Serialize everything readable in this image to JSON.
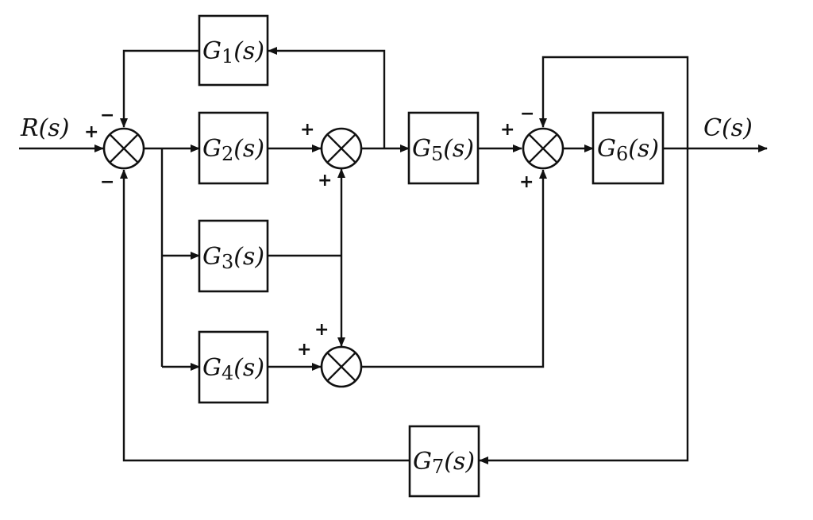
{
  "signals": {
    "input": {
      "letter": "R",
      "arg": "(s)"
    },
    "output": {
      "letter": "C",
      "arg": "(s)"
    }
  },
  "blocks": {
    "g1": {
      "letter": "G",
      "sub": "1",
      "arg": "(s)"
    },
    "g2": {
      "letter": "G",
      "sub": "2",
      "arg": "(s)"
    },
    "g3": {
      "letter": "G",
      "sub": "3",
      "arg": "(s)"
    },
    "g4": {
      "letter": "G",
      "sub": "4",
      "arg": "(s)"
    },
    "g5": {
      "letter": "G",
      "sub": "5",
      "arg": "(s)"
    },
    "g6": {
      "letter": "G",
      "sub": "6",
      "arg": "(s)"
    },
    "g7": {
      "letter": "G",
      "sub": "7",
      "arg": "(s)"
    }
  },
  "signs": {
    "s1_left": "+",
    "s1_top": "−",
    "s1_bottom": "−",
    "s2_left": "+",
    "s2_bottom": "+",
    "s3_left": "+",
    "s3_top": "+",
    "s4_left": "+",
    "s4_top": "−",
    "s4_bottom": "+"
  }
}
